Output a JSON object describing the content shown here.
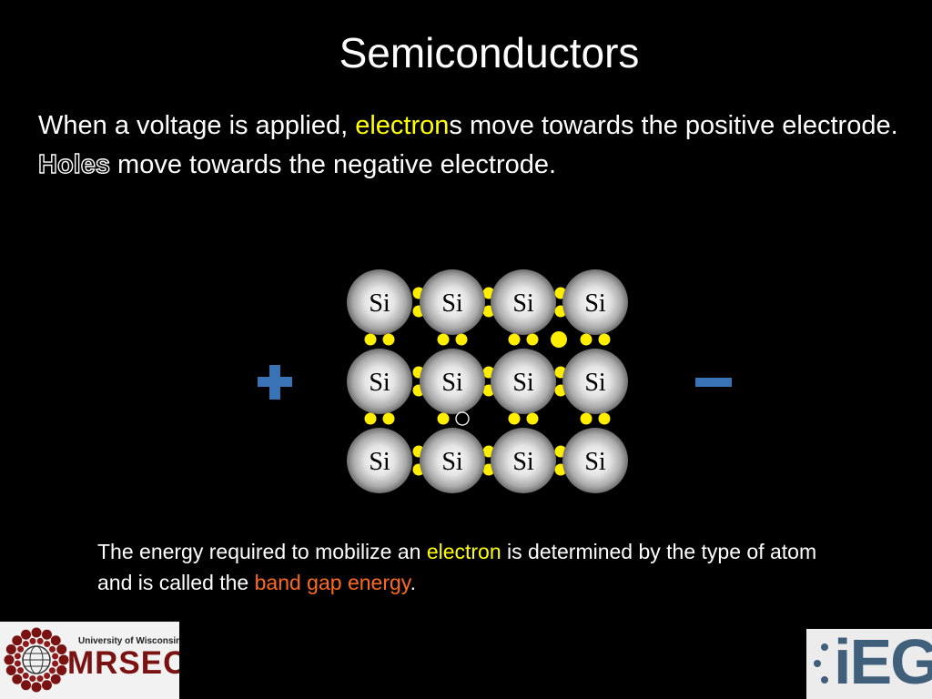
{
  "slide": {
    "title": "Semiconductors",
    "intro": {
      "part1": "When a voltage is applied, ",
      "electron_word": "electron",
      "part2": "s move towards the positive electrode.  ",
      "holes_word": "Holes",
      "part3": " move towards the negative electrode."
    },
    "note": {
      "part1": "The energy required to mobilize an ",
      "electron_word": "electron",
      "part2": " is determined by the type of atom and is called the  ",
      "band_gap": "band gap energy",
      "part3": "."
    }
  },
  "diagram": {
    "rows": [
      [
        "Si",
        "Si",
        "Si",
        "Si"
      ],
      [
        "Si",
        "Si",
        "Si",
        "Si"
      ],
      [
        "Si",
        "Si",
        "Si",
        "Si"
      ]
    ],
    "electron_color": "#ffee00",
    "positive_electrode_icon": "plus-icon",
    "negative_electrode_icon": "minus-icon",
    "electrode_color": "#3a73b5",
    "hole_icon": "hole-circle-icon",
    "free_electron_icon": "free-electron-dot"
  },
  "logos": {
    "left": {
      "line1": "University of Wisconsin",
      "line2": "MRSEC"
    },
    "right": {
      "text": "iEG"
    }
  },
  "colors": {
    "background": "#000000",
    "text": "#ffffff",
    "highlight_yellow": "#ffff00",
    "highlight_orange": "#ff6a1a"
  }
}
